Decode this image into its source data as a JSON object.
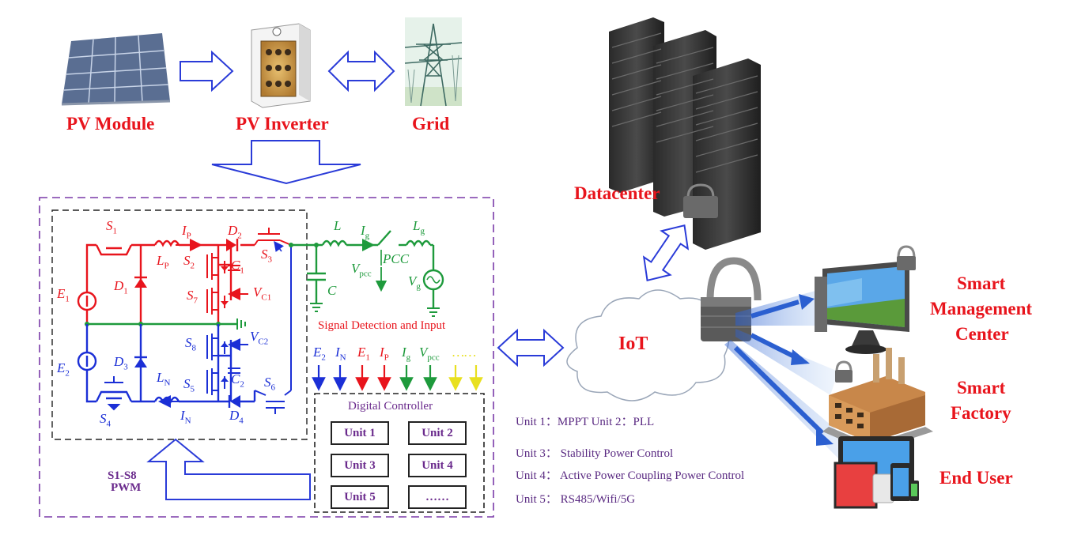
{
  "top_flow": {
    "pv_module_label": "PV Module",
    "pv_inverter_label": "PV Inverter",
    "grid_label": "Grid"
  },
  "datacenter_label": "Datacenter",
  "iot_label": "IoT",
  "clients": {
    "smart_management_line1": "Smart",
    "smart_management_line2": "Management",
    "smart_management_line3": "Center",
    "smart_factory_line1": "Smart",
    "smart_factory_line2": "Factory",
    "end_user": "End User"
  },
  "circuit": {
    "signal_detection_title": "Signal Detection and Input",
    "signals": [
      {
        "base": "E",
        "sub": "2",
        "color": "#1b2fd6"
      },
      {
        "base": "I",
        "sub": "N",
        "color": "#1b2fd6"
      },
      {
        "base": "E",
        "sub": "1",
        "color": "#e8141c"
      },
      {
        "base": "I",
        "sub": "P",
        "color": "#e8141c"
      },
      {
        "base": "I",
        "sub": "g",
        "color": "#1e9a3c"
      },
      {
        "base": "V",
        "sub": "pcc",
        "color": "#1e9a3c"
      },
      {
        "base": "……",
        "sub": "",
        "color": "#e8e020"
      }
    ],
    "digital_controller_title": "Digital Controller",
    "units": [
      "Unit 1",
      "Unit 2",
      "Unit 3",
      "Unit 4",
      "Unit 5",
      "……"
    ],
    "pwm_line1": "S1-S8",
    "pwm_line2": "PWM",
    "components": {
      "s1": "S",
      "s1_sub": "1",
      "s2": "S",
      "s2_sub": "2",
      "s3": "S",
      "s3_sub": "3",
      "s4": "S",
      "s4_sub": "4",
      "s5": "S",
      "s5_sub": "5",
      "s6": "S",
      "s6_sub": "6",
      "s7": "S",
      "s7_sub": "7",
      "s8": "S",
      "s8_sub": "8",
      "d1": "D",
      "d1_sub": "1",
      "d2": "D",
      "d2_sub": "2",
      "d3": "D",
      "d3_sub": "3",
      "d4": "D",
      "d4_sub": "4",
      "e1": "E",
      "e1_sub": "1",
      "e2": "E",
      "e2_sub": "2",
      "lp": "L",
      "lp_sub": "P",
      "ln": "L",
      "ln_sub": "N",
      "ip": "I",
      "ip_sub": "P",
      "in": "I",
      "in_sub": "N",
      "c1": "C",
      "c1_sub": "1",
      "c2": "C",
      "c2_sub": "2",
      "vc1": "V",
      "vc1_sub": "C1",
      "vc2": "V",
      "vc2_sub": "C2",
      "l": "L",
      "ig": "I",
      "ig_sub": "g",
      "lg": "L",
      "lg_sub": "g",
      "vpcc": "V",
      "vpcc_sub": "pcc",
      "pcc": "PCC",
      "vg": "V",
      "vg_sub": "g",
      "c": "C"
    }
  },
  "unit_descriptions": [
    "Unit 1：MPPT     Unit 2：PLL",
    "Unit 3：  Stability Power Control",
    "Unit 4：  Active Power Coupling Power Control",
    "Unit 5：  RS485/Wifi/5G"
  ],
  "colors": {
    "title_red": "#e8141c",
    "positive_rail": "#e8141c",
    "negative_rail": "#1b2fd6",
    "grid_side": "#1e9a3c",
    "purple_text": "#6a2a8c",
    "arrow_outline": "#2a3bd8"
  }
}
